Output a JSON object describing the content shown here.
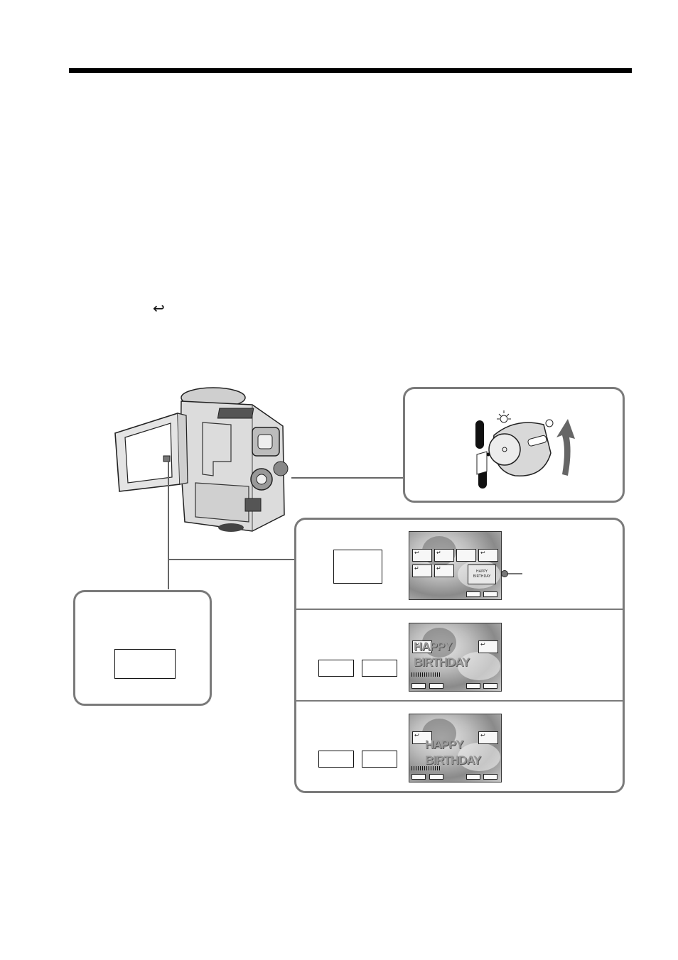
{
  "header": {
    "rule_color": "#000000"
  },
  "body_text": {
    "return_glyph": "↩"
  },
  "steps": [
    {
      "screen": {
        "buttons": [
          "↩",
          "↵",
          "",
          "↩",
          "↵",
          "↵"
        ],
        "stamp_text": "HAPPY BIRTHDAY"
      }
    },
    {
      "screen": {
        "buttons": [
          "↩",
          "↩"
        ],
        "overlay_text": "HAPPY BIRTHDAY"
      }
    },
    {
      "screen": {
        "buttons": [
          "↩",
          "↩"
        ],
        "overlay_text": "HAPPY BIRTHDAY"
      }
    }
  ],
  "colors": {
    "panel_border": "#7a7a7a",
    "lcd_gray": "#bdbdbd"
  },
  "icons": [
    "camcorder-illustration",
    "mode-dial-icon",
    "rotate-arrow-icon",
    "return-icon"
  ]
}
